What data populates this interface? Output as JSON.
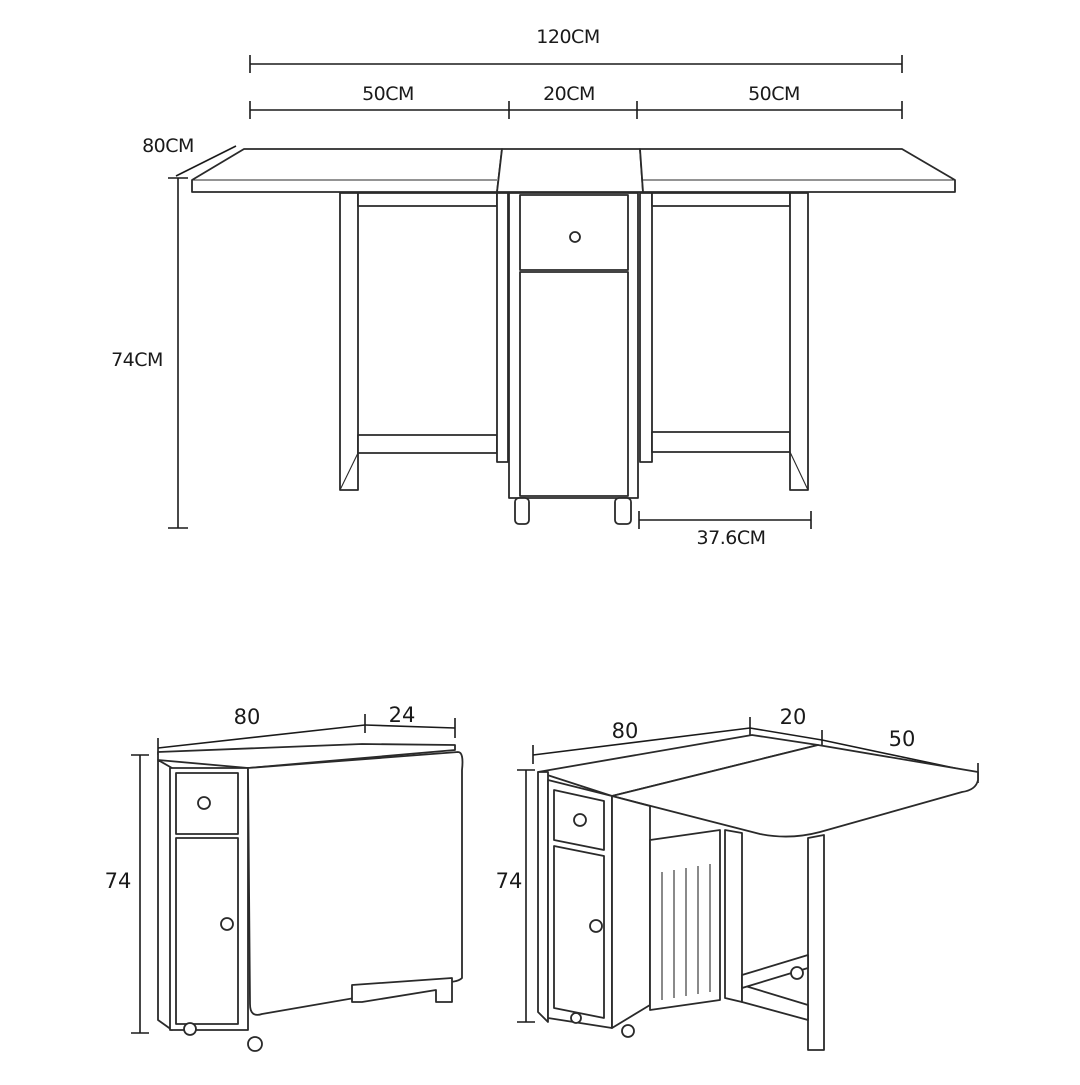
{
  "top_view": {
    "total_width": "120CM",
    "left_leaf": "50CM",
    "center_section": "20CM",
    "right_leaf": "50CM",
    "depth": "80CM",
    "height": "74CM",
    "leg_span": "37.6CM"
  },
  "folded_view": {
    "width": "80",
    "depth": "24",
    "height": "74"
  },
  "half_open_view": {
    "width": "80",
    "center": "20",
    "leaf": "50",
    "height": "74"
  },
  "colors": {
    "line": "#2a2a2a",
    "background": "#ffffff"
  }
}
